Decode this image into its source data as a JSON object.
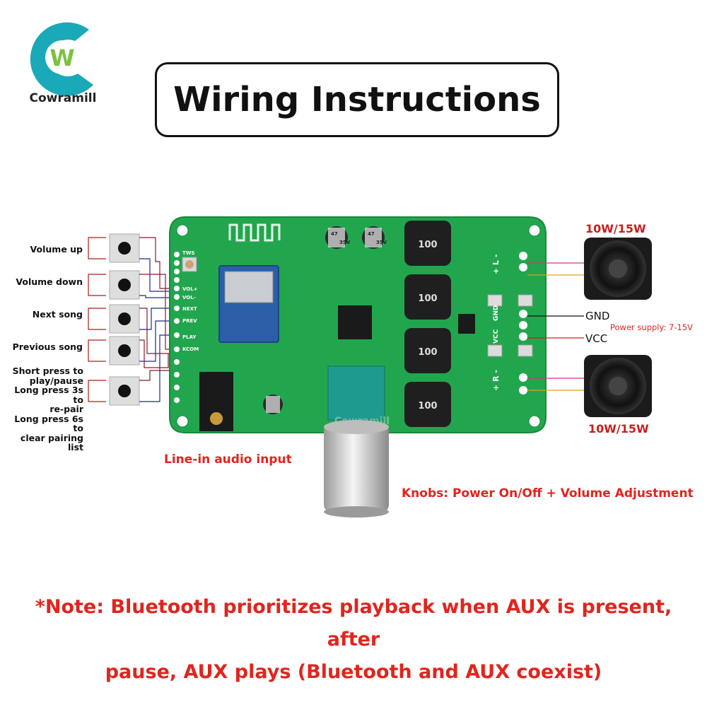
{
  "logo": {
    "brand": "Cowramill",
    "mark_letter": "W",
    "colors": {
      "teal": "#1aa9b8",
      "green": "#7cc242"
    }
  },
  "title": "Wiring Instructions",
  "buttons": [
    {
      "label": "Volume up"
    },
    {
      "label": "Volume down"
    },
    {
      "label": "Next song"
    },
    {
      "label": "Previous song"
    },
    {
      "label_lines": [
        "Short press to",
        "play/pause",
        "Long press 3s to",
        "re-pair",
        "Long press 6s to",
        "clear pairing list"
      ]
    }
  ],
  "board": {
    "pin_labels": [
      "VOL+",
      "VOL-",
      "NEXT",
      "PREV",
      "PLAY",
      "KCOM"
    ],
    "side_labels": [
      "TWS"
    ],
    "capacitor_text": [
      "47",
      "35V"
    ],
    "inductor_text": "100",
    "terminal_labels": [
      "+ L -",
      "GND",
      "VCC",
      "+ R -"
    ],
    "watermark": "Cowramill",
    "colors": {
      "pcb": "#21a64e",
      "pcb_dark": "#178a3d",
      "bt_module": "#2a5fa8"
    }
  },
  "speakers": {
    "top_label": "10W/15W",
    "bottom_label": "10W/15W"
  },
  "power": {
    "gnd_label": "GND",
    "vcc_label": "VCC",
    "supply_label": "Power supply: 7-15V"
  },
  "annotations": {
    "line_in": "Line-in audio input",
    "knob": "Knobs: Power On/Off + Volume Adjustment"
  },
  "note_lines": [
    "*Note: Bluetooth prioritizes playback when AUX is present, after",
    "pause, AUX plays (Bluetooth and AUX coexist)"
  ]
}
